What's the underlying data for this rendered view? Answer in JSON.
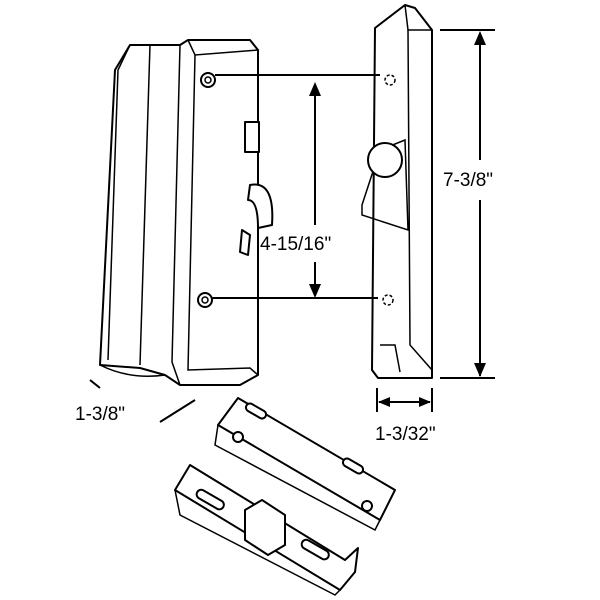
{
  "diagram": {
    "dimensions": {
      "overall_height": "7-3/8\"",
      "hole_spacing": "4-15/16\"",
      "handle_depth": "1-3/8\"",
      "latch_width": "1-3/32\""
    },
    "colors": {
      "line": "#000000",
      "background": "#ffffff"
    }
  }
}
